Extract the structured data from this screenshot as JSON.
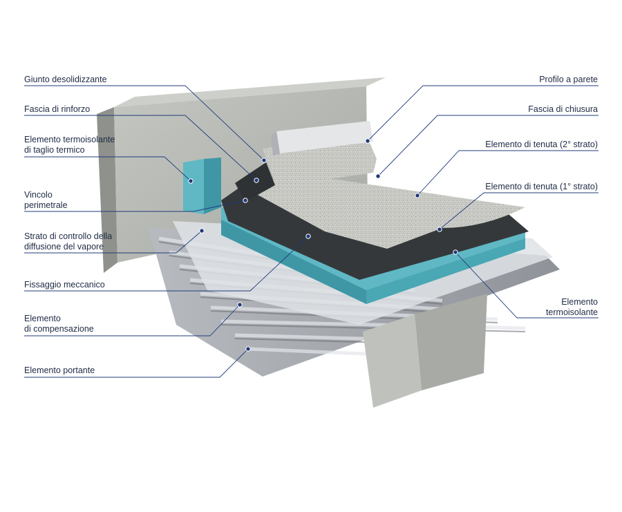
{
  "labels_left": [
    {
      "id": "giunto",
      "lines": [
        "Giunto desolidizzante"
      ]
    },
    {
      "id": "fascia-rinforzo",
      "lines": [
        "Fascia di rinforzo"
      ]
    },
    {
      "id": "termoisolante-taglio",
      "lines": [
        "Elemento termoisolante",
        "di taglio termico"
      ]
    },
    {
      "id": "vincolo",
      "lines": [
        "Vincolo",
        "perimetrale"
      ]
    },
    {
      "id": "strato-vapore",
      "lines": [
        "Strato di controllo della",
        "diffusione del vapore"
      ]
    },
    {
      "id": "fissaggio",
      "lines": [
        "Fissaggio meccanico"
      ]
    },
    {
      "id": "compensazione",
      "lines": [
        "Elemento",
        "di compensazione"
      ]
    },
    {
      "id": "portante",
      "lines": [
        "Elemento portante"
      ]
    }
  ],
  "labels_right": [
    {
      "id": "profilo",
      "lines": [
        "Profilo a parete"
      ]
    },
    {
      "id": "fascia-chiusura",
      "lines": [
        "Fascia di chiusura"
      ]
    },
    {
      "id": "tenuta-2",
      "lines": [
        "Elemento di tenuta (2° strato)"
      ]
    },
    {
      "id": "tenuta-1",
      "lines": [
        "Elemento di tenuta (1° strato)"
      ]
    },
    {
      "id": "termoisolante",
      "lines": [
        "Elemento",
        "termoisolante"
      ]
    }
  ],
  "colors": {
    "leader": "#1f3a7a",
    "text": "#1f2a44",
    "concrete": "#b9bcb6",
    "concrete_dark": "#9a9d97",
    "insulation": "#5fb8c4",
    "insulation_dark": "#3f97a6",
    "membrane": "#3a3d40",
    "cap_sheet": "#cfcfcb",
    "steel": "#a9adb2",
    "steel_light": "#d3d6d9"
  }
}
